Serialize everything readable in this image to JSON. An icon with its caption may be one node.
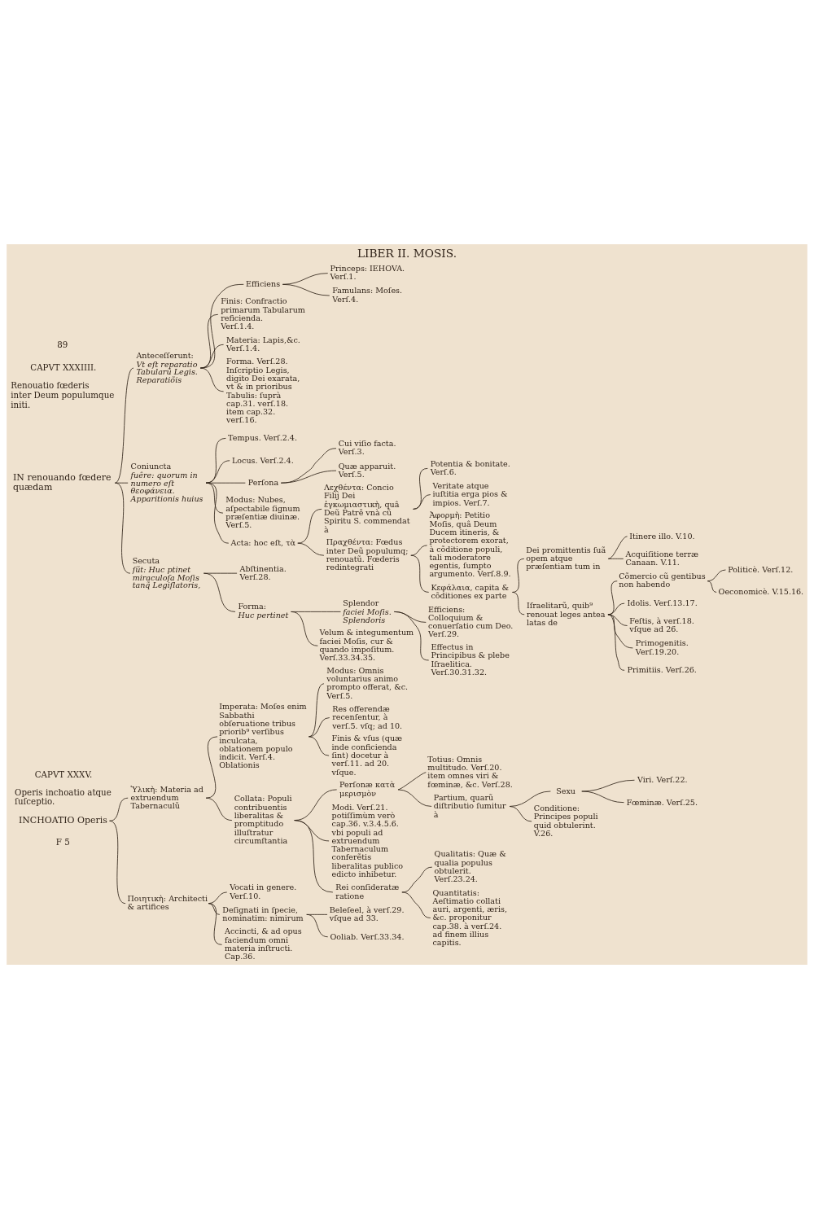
{
  "diagram": {
    "title": "LIBER II. MOSIS.",
    "nodes": [
      {
        "text": [
          "IN renouando fœdere quædam"
        ]
      },
      {
        "text": [
          "Anteceſſerunt:",
          "Vt eſt reparatio Tabularũ Legis. Reparatiõis"
        ]
      },
      {
        "text": [
          "Efficiens"
        ]
      },
      {
        "text": [
          "Princeps: IEHOVA. Verſ.1."
        ]
      },
      {
        "text": [
          "Famulans: Moſes. Verſ.4."
        ]
      },
      {
        "text": [
          "Finis: Confractio primarum Tabularum reficienda. Verſ.1.4."
        ]
      },
      {
        "text": [
          "Materia: Lapis,&c. Verſ.1.4."
        ]
      },
      {
        "text": [
          "Forma. Verſ.28. Inſcriptio Legis, digito Dei exarata, vt & in prioribus Tabulis: ſuprà cap.31. verſ.18. item cap.32. verſ.16."
        ]
      },
      {
        "text": [
          "Coniuncta",
          "fuêre: quorum in numero eſt θεοφάνεια. Apparitionis huius"
        ]
      },
      {
        "text": [
          "Tempus. Verſ.2.4."
        ]
      },
      {
        "text": [
          "Locus. Verſ.2.4."
        ]
      },
      {
        "text": [
          "Perſona"
        ]
      },
      {
        "text": [
          "Cui viſio facta. Verſ.3."
        ]
      },
      {
        "text": [
          "Quæ apparuit. Verſ.5."
        ]
      },
      {
        "text": [
          "Modus: Nubes, aſpectabile ſignum præſentiæ diuinæ. Verſ.5."
        ]
      },
      {
        "text": [
          "Acta: hoc eſt, τὰ"
        ]
      },
      {
        "text": [
          "Λεχθέντα: Concio Filij Dei ἐγκωμιαστικὴ, quâ Deũ Patrẽ vnà cũ Spiritu S. commendat à"
        ]
      },
      {
        "text": [
          "Potentia & bonitate. Verſ.6."
        ]
      },
      {
        "text": [
          "Veritate atque iuſtitia erga pios & impios. Verſ.7."
        ]
      },
      {
        "text": [
          "Πραχθέντα: Fœdus inter Deũ populumq; renouatũ. Fœderis redintegrati"
        ]
      },
      {
        "text": [
          "Ἀφορμὴ: Petitio Moſis, quâ Deum Ducem itineris, & protectorem exorat, à cõditione populi, tali moderatore egentis, ſumpto argumento. Verſ.8.9."
        ]
      },
      {
        "text": [
          "Κεφάλαια, capita & cõditiones ex parte"
        ]
      },
      {
        "text": [
          "Dei promittentis ſuã opem atque præſentiam tum in"
        ]
      },
      {
        "text": [
          "Itinere illo. V.10."
        ]
      },
      {
        "text": [
          "Acquiſitione terræ Canaan. V.11."
        ]
      },
      {
        "text": [
          "Iſraelitarũ, quib⁹ renouat leges antea latas de"
        ]
      },
      {
        "text": [
          "Cõmercio cũ gentibus non habendo"
        ]
      },
      {
        "text": [
          "Politicè. Verſ.12."
        ]
      },
      {
        "text": [
          "Oeconomicè. V.15.16."
        ]
      },
      {
        "text": [
          "Idolis. Verſ.13.17."
        ]
      },
      {
        "text": [
          "Feſtis, à verſ.18. vſque ad 26."
        ]
      },
      {
        "text": [
          "Primogenitis. Verſ.19.20."
        ]
      },
      {
        "text": [
          "Primitiis. Verſ.26."
        ]
      },
      {
        "text": [
          "Secuta",
          "ſũt: Huc ptinet miraculoſa Moſis tanq̃ Legiſlatoris,"
        ]
      },
      {
        "text": [
          "Abſtinentia. Verſ.28."
        ]
      },
      {
        "text": [
          "Forma:",
          "Huc pertinet"
        ]
      },
      {
        "text": [
          "Splendor",
          "faciei Moſis. Splendoris"
        ]
      },
      {
        "text": [
          "Efficiens: Colloquium & conuerſatio cum Deo. Verſ.29."
        ]
      },
      {
        "text": [
          "Effectus in Principibus & plebe Iſraelitica. Verſ.30.31.32."
        ]
      },
      {
        "text": [
          "Velum & integumentum faciei Moſis, cur & quando impoſitum. Verſ.33.34.35."
        ]
      },
      {
        "text": [
          "INCHOATIO Operis"
        ]
      },
      {
        "text": [
          "Ὑλικὴ: Materia ad extruendum Tabernaculũ"
        ]
      },
      {
        "text": [
          "Imperata: Moſes enim Sabbathi obſeruatione tribus priorib⁹ verſibus inculcata, oblationem populo indicit. Verſ.4. Oblationis"
        ]
      },
      {
        "text": [
          "Modus: Omnis voluntarius animo prompto offerat, &c. Verſ.5."
        ]
      },
      {
        "text": [
          "Res offerendæ recenſentur, à verſ.5. vſq; ad 10."
        ]
      },
      {
        "text": [
          "Finis & vſus (quæ inde conficienda ſint) docetur à verſ.11. ad 20. vſque."
        ]
      },
      {
        "text": [
          "Collata: Populi contribuentis liberalitas & promptitudo illuſtratur circumſtantia"
        ]
      },
      {
        "text": [
          "Perſonæ κατὰ μερισμὸν"
        ]
      },
      {
        "text": [
          "Totius: Omnis multitudo. Verſ.20. item omnes viri & fœminæ, &c. Verſ.28."
        ]
      },
      {
        "text": [
          "Partium, quarũ diſtributio ſumitur à"
        ]
      },
      {
        "text": [
          "Sexu"
        ]
      },
      {
        "text": [
          "Viri. Verſ.22."
        ]
      },
      {
        "text": [
          "Fœminæ. Verſ.25."
        ]
      },
      {
        "text": [
          "Conditione: Principes populi quid obtulerint. V.26."
        ]
      },
      {
        "text": [
          "Modi. Verſ.21. potiſſimùm verò cap.36. v.3.4.5.6. vbi populi ad extruendum Tabernaculum conferẽtis liberalitas publico edicto inhibetur."
        ]
      },
      {
        "text": [
          "Rei conſideratæ ratione"
        ]
      },
      {
        "text": [
          "Qualitatis: Quæ & qualia populus obtulerit. Verſ.23.24."
        ]
      },
      {
        "text": [
          "Quantitatis: Aeſtimatio collati auri, argenti, æris, &c. proponitur cap.38. à verſ.24. ad finem illius capitis."
        ]
      },
      {
        "text": [
          "Ποιητικὴ: Architecti & artifices"
        ]
      },
      {
        "text": [
          "Vocati in genere. Verſ.10."
        ]
      },
      {
        "text": [
          "Deſignati in ſpecie, nominatim: nimirum"
        ]
      },
      {
        "text": [
          "Beleſeel, à verſ.29. vſque ad 33."
        ]
      },
      {
        "text": [
          "Ooliab. Verſ.33.34."
        ]
      },
      {
        "text": [
          "Accincti, & ad opus faciendum omni materia inſtructi. Cap.36."
        ]
      }
    ],
    "edges": [
      {
        "from": 0,
        "to": 1,
        "arrow": "none"
      },
      {
        "from": 0,
        "to": 8,
        "arrow": "none"
      },
      {
        "from": 0,
        "to": 33,
        "arrow": "none"
      },
      {
        "from": 1,
        "to": 2,
        "arrow": "none"
      },
      {
        "from": 1,
        "to": 5,
        "arrow": "none"
      },
      {
        "from": 1,
        "to": 6,
        "arrow": "none"
      },
      {
        "from": 1,
        "to": 7,
        "arrow": "none"
      },
      {
        "from": 2,
        "to": 3,
        "arrow": "none"
      },
      {
        "from": 2,
        "to": 4,
        "arrow": "none"
      },
      {
        "from": 8,
        "to": 9,
        "arrow": "none"
      },
      {
        "from": 8,
        "to": 10,
        "arrow": "none"
      },
      {
        "from": 8,
        "to": 11,
        "arrow": "none"
      },
      {
        "from": 8,
        "to": 14,
        "arrow": "none"
      },
      {
        "from": 8,
        "to": 15,
        "arrow": "none"
      },
      {
        "from": 11,
        "to": 12,
        "arrow": "none"
      },
      {
        "from": 11,
        "to": 13,
        "arrow": "none"
      },
      {
        "from": 15,
        "to": 16,
        "arrow": "none"
      },
      {
        "from": 15,
        "to": 19,
        "arrow": "none"
      },
      {
        "from": 16,
        "to": 17,
        "arrow": "none"
      },
      {
        "from": 16,
        "to": 18,
        "arrow": "none"
      },
      {
        "from": 19,
        "to": 20,
        "arrow": "none"
      },
      {
        "from": 19,
        "to": 21,
        "arrow": "none"
      },
      {
        "from": 21,
        "to": 22,
        "arrow": "none"
      },
      {
        "from": 21,
        "to": 25,
        "arrow": "none"
      },
      {
        "from": 22,
        "to": 23,
        "arrow": "none"
      },
      {
        "from": 22,
        "to": 24,
        "arrow": "none"
      },
      {
        "from": 25,
        "to": 26,
        "arrow": "none"
      },
      {
        "from": 25,
        "to": 29,
        "arrow": "none"
      },
      {
        "from": 25,
        "to": 30,
        "arrow": "none"
      },
      {
        "from": 25,
        "to": 31,
        "arrow": "none"
      },
      {
        "from": 25,
        "to": 32,
        "arrow": "none"
      },
      {
        "from": 26,
        "to": 27,
        "arrow": "none"
      },
      {
        "from": 26,
        "to": 28,
        "arrow": "none"
      },
      {
        "from": 33,
        "to": 34,
        "arrow": "none"
      },
      {
        "from": 33,
        "to": 35,
        "arrow": "none"
      },
      {
        "from": 35,
        "to": 36,
        "arrow": "none"
      },
      {
        "from": 35,
        "to": 39,
        "arrow": "none"
      },
      {
        "from": 36,
        "to": 37,
        "arrow": "none"
      },
      {
        "from": 36,
        "to": 38,
        "arrow": "none"
      },
      {
        "from": 40,
        "to": 41,
        "arrow": "none"
      },
      {
        "from": 40,
        "to": 58,
        "arrow": "none"
      },
      {
        "from": 41,
        "to": 42,
        "arrow": "none"
      },
      {
        "from": 41,
        "to": 46,
        "arrow": "none"
      },
      {
        "from": 42,
        "to": 43,
        "arrow": "none"
      },
      {
        "from": 42,
        "to": 44,
        "arrow": "none"
      },
      {
        "from": 42,
        "to": 45,
        "arrow": "none"
      },
      {
        "from": 46,
        "to": 47,
        "arrow": "none"
      },
      {
        "from": 46,
        "to": 54,
        "arrow": "none"
      },
      {
        "from": 46,
        "to": 55,
        "arrow": "none"
      },
      {
        "from": 47,
        "to": 48,
        "arrow": "none"
      },
      {
        "from": 47,
        "to": 49,
        "arrow": "none"
      },
      {
        "from": 49,
        "to": 50,
        "arrow": "none"
      },
      {
        "from": 49,
        "to": 53,
        "arrow": "none"
      },
      {
        "from": 50,
        "to": 51,
        "arrow": "none"
      },
      {
        "from": 50,
        "to": 52,
        "arrow": "none"
      },
      {
        "from": 55,
        "to": 56,
        "arrow": "none"
      },
      {
        "from": 55,
        "to": 57,
        "arrow": "none"
      },
      {
        "from": 58,
        "to": 59,
        "arrow": "none"
      },
      {
        "from": 58,
        "to": 60,
        "arrow": "none"
      },
      {
        "from": 58,
        "to": 63,
        "arrow": "none"
      },
      {
        "from": 60,
        "to": 61,
        "arrow": "none"
      },
      {
        "from": 60,
        "to": 62,
        "arrow": "none"
      }
    ],
    "labels": [
      "89",
      "CAPVT XXXIIII.",
      "Renouatio fœderis inter Deum populumque initi.",
      "CAPVT XXXV.",
      "Operis inchoatio atque ſuſceptio.",
      "F 5"
    ]
  }
}
